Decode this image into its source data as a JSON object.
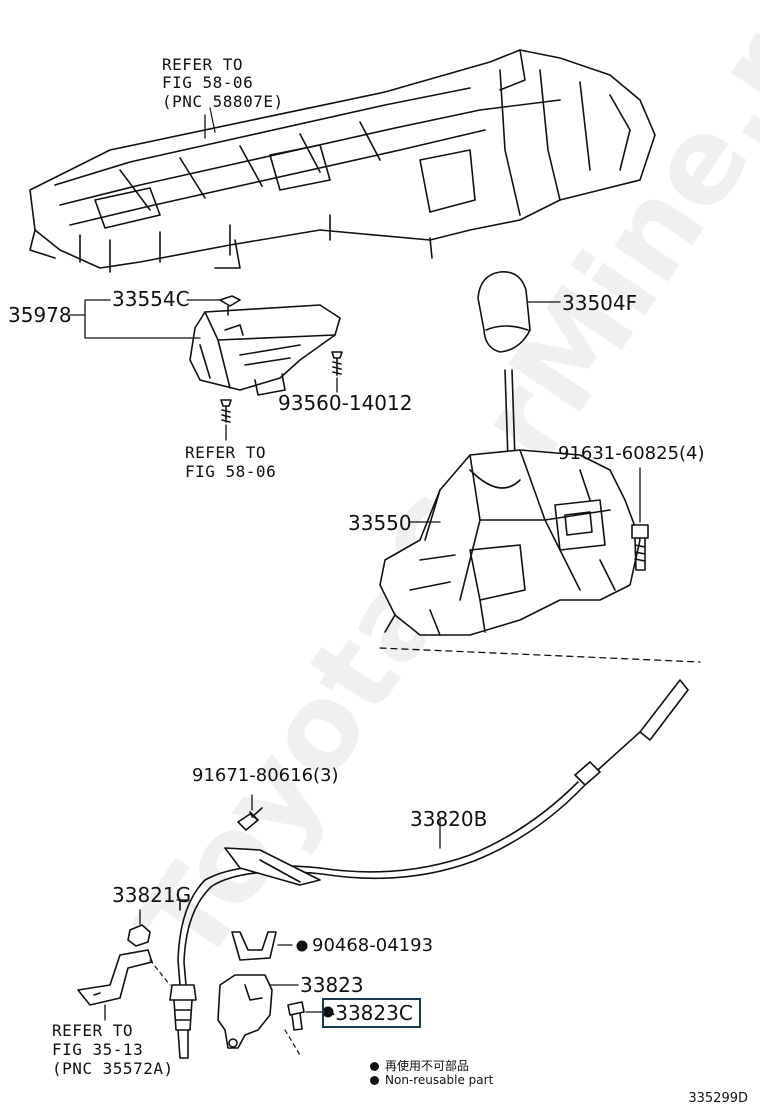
{
  "watermark": "ToyotaCarMine.ru",
  "labels": {
    "ref_fig_58_06_top": [
      "REFER TO",
      "FIG 58-06",
      "(PNC 58807E)"
    ],
    "p35978": "35978",
    "p33554c": "33554C",
    "p33504f": "33504F",
    "p93560": "93560-14012",
    "ref_fig_58_06_mid": [
      "REFER TO",
      "FIG 58-06"
    ],
    "p91631": "91631-60825(4)",
    "p33550": "33550",
    "p91671": "91671-80616(3)",
    "p33820b": "33820B",
    "p33821g": "33821G",
    "p90468": "90468-04193",
    "p33823": "33823",
    "p33823c": "33823C",
    "ref_fig_35_13": [
      "REFER TO",
      "FIG 35-13",
      "(PNC 35572A)"
    ]
  },
  "legend": {
    "jp": "再使用不可部品",
    "en": "Non-reusable part"
  },
  "figure_code": "335299D"
}
